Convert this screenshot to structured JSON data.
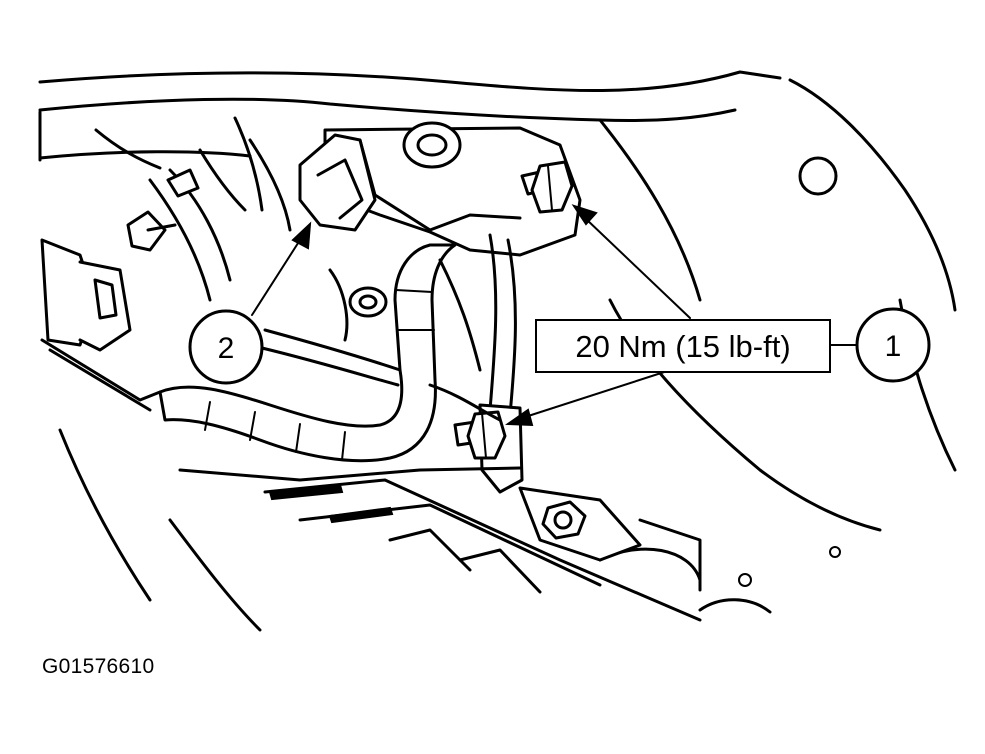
{
  "figure_id": "G01576610",
  "callouts": [
    {
      "number": "1"
    },
    {
      "number": "2"
    }
  ],
  "torque_spec": "20 Nm (15 lb-ft)"
}
